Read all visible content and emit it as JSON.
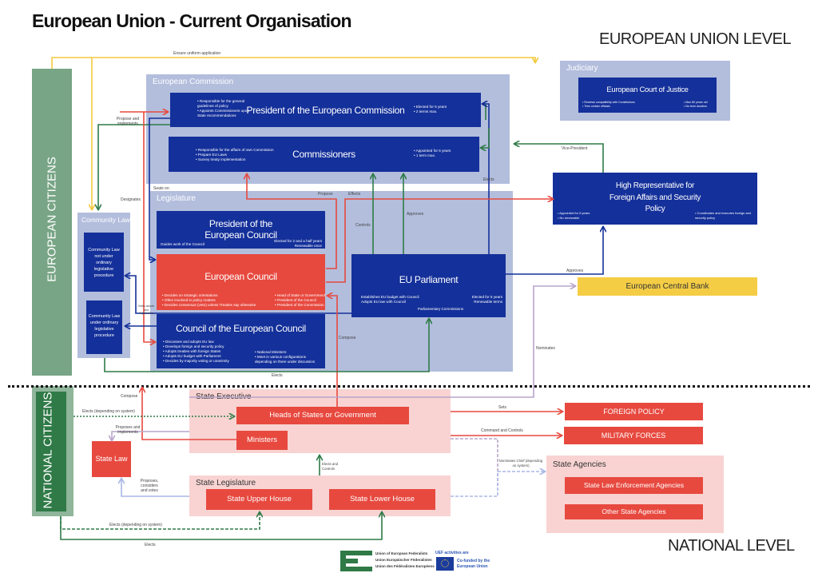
{
  "title": "European Union - Current Organisation",
  "eu_level": "EUROPEAN UNION LEVEL",
  "national_level": "NATIONAL LEVEL",
  "european_citizens": "EUROPEAN CITIZENS",
  "national_citizens": "NATIONAL CITIZENS",
  "commission": {
    "label": "European Commission",
    "president": {
      "title": "President of the European Commission",
      "left": [
        "Responsible for the general guidelines of policy",
        "Appoints Commissioners upon State recommendations"
      ],
      "right": [
        "Elected for 5 years",
        "2 terms max."
      ]
    },
    "commissioners": {
      "title": "Commissioners",
      "left": [
        "Responsible for the affairs of own Commission",
        "Prepare EU Laws",
        "Survey treaty implementation"
      ],
      "right": [
        "Appointed for 5 years",
        "1 term max."
      ]
    }
  },
  "legislature": {
    "label": "Legislature",
    "pres_council": {
      "title": "President of the European Council",
      "left": "Guides work of the Council",
      "right": [
        "Elected for 2 and a half years",
        "Renewable once"
      ]
    },
    "european_council": {
      "title": "European Council",
      "left": [
        "Decides on strategic orientations",
        "Often involved in policy matters",
        "Decides consensus (veto) unless Treaties say otherwise"
      ],
      "right": [
        "Head of State or Government",
        "President of the Council",
        "President of the Commission"
      ]
    },
    "council_eu": {
      "title": "Council of the European Council",
      "left": [
        "Discusses and adopts EU law",
        "Develops foreign and security policy",
        "Adopts treaties with foreign States",
        "Adopts EU budget with Parliament",
        "Decides by majority voting or unanimity"
      ],
      "right": [
        "National Ministers",
        "Meet in various configurations depending on there under discussion"
      ]
    },
    "parliament": {
      "title": "EU Parliament",
      "left": [
        "Establishes EU budget with Council",
        "Adopts EU law with Council"
      ],
      "right": [
        "Elected for 5 years",
        "Renewable terms"
      ],
      "bottom": "Parliamentary Commissions"
    }
  },
  "community_law": {
    "label": "Community Law",
    "not_ordinary": "Community Law not under ordinary legislative procedure",
    "ordinary": "Community Law under ordinary legislative procedure"
  },
  "judiciary": {
    "label": "Judiciary",
    "ecj": {
      "title": "European Court of Justice",
      "left": [
        "Reviews compatibility with Constitutions",
        "Tries certain officials"
      ],
      "right": [
        "Max 80 years old",
        "No term duration"
      ]
    }
  },
  "high_rep": {
    "title": "High Representative for Foreign Affairs and Security Policy",
    "left": [
      "Appointed for 5 years",
      "No renewable"
    ],
    "right": [
      "Coordinates and executes foreign and security policy"
    ]
  },
  "ecb": "European Central Bank",
  "state_executive": {
    "label": "State Executive",
    "heads": "Heads of States or Government",
    "ministers": "Ministers"
  },
  "state_law": "State Law",
  "state_legislature": {
    "label": "State Legislature",
    "upper": "State Upper House",
    "lower": "State Lower House"
  },
  "foreign_policy": "FOREIGN POLICY",
  "military_forces": "MILITARY FORCES",
  "state_agencies": {
    "label": "State Agencies",
    "law_enforcement": "State Law Enforcement Agencies",
    "other": "Other State Agencies"
  },
  "arrow_labels": {
    "ensure": "Ensure uniform application",
    "propose_implements": "Propose and implements",
    "designates": "Designates",
    "seats_on": "Seats on",
    "elects_top": "Elects",
    "propose": "Propose",
    "effects": "Effects",
    "controls": "Controls",
    "approves": "Approves",
    "vice_president": "Vice-President",
    "approves_hr": "Approves",
    "votes": "Votes adopts and implements",
    "compose_mid": "Compose",
    "nominates": "Nominates",
    "elects_citizens": "Elects",
    "compose": "Compose",
    "elects_depending": "Elects (depending on system)",
    "proposes_implements": "Proposes and implements",
    "proposes_votes": "Proposes, considers and votes",
    "elects_controls": "Elects and Controls",
    "sets": "Sets",
    "command": "Command and Controls",
    "nominates_chief": "Nominates Chief (depending on system)",
    "elects_upper": "Elects (depending on system)",
    "elects_lower": "Elects"
  },
  "footer": {
    "uef": [
      "Union of European Federalists",
      "Union Europäischer Föderalisten",
      "Union des Fédéralistes Européens"
    ],
    "activities": "UEF activities are",
    "cofunded": "Co-funded by the European Union"
  },
  "colors": {
    "navy": "#14309a",
    "red": "#e7493f",
    "group": "#b3bedd",
    "pink": "#f8d3d2",
    "green": "#2f7a47",
    "yellow": "#f5cd45"
  }
}
